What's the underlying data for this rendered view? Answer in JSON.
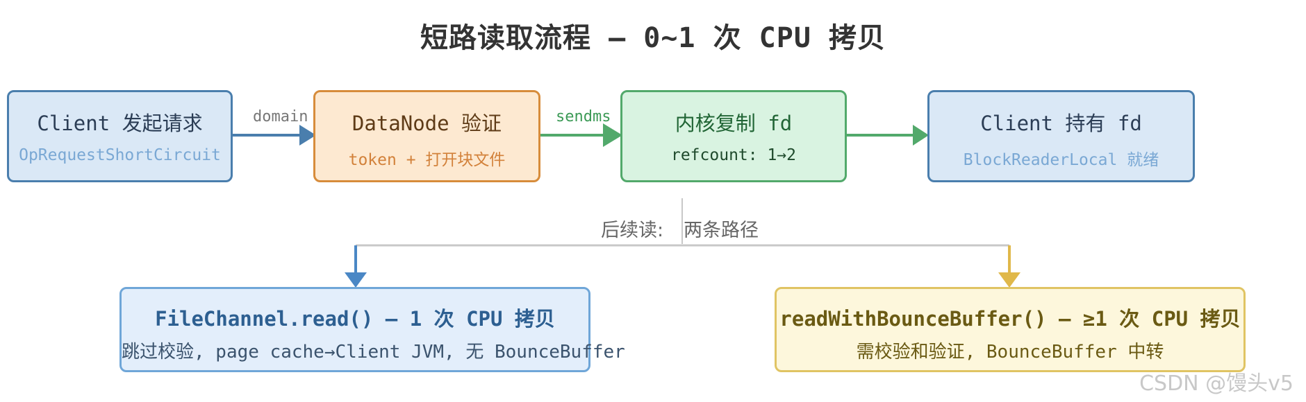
{
  "title": "短路读取流程 — 0~1 次 CPU 拷贝",
  "colors": {
    "blue_edge": "#4a7ead",
    "green_edge": "#52a96b",
    "gray_split": "#c8c8c8",
    "left_arrow": "#4a87c5",
    "right_arrow": "#e0b84a"
  },
  "steps": [
    {
      "title": "Client 发起请求",
      "subtitle": "OpRequestShortCircuit"
    },
    {
      "title": "DataNode 验证",
      "subtitle": "token + 打开块文件"
    },
    {
      "title": "内核复制 fd",
      "subtitle": "refcount: 1→2"
    },
    {
      "title": "Client 持有 fd",
      "subtitle": "BlockReaderLocal 就绪"
    }
  ],
  "edges": [
    {
      "label": "domain"
    },
    {
      "label": "sendms"
    }
  ],
  "split": {
    "label_left": "后续读:",
    "label_right": "两条路径"
  },
  "paths": [
    {
      "title": "FileChannel.read() — 1 次 CPU 拷贝",
      "subtitle": "跳过校验, page cache→Client JVM, 无 BounceBuffer"
    },
    {
      "title": "readWithBounceBuffer() — ≥1 次 CPU 拷贝",
      "subtitle": "需校验和验证, BounceBuffer 中转"
    }
  ],
  "watermark": "CSDN @馒头v5"
}
